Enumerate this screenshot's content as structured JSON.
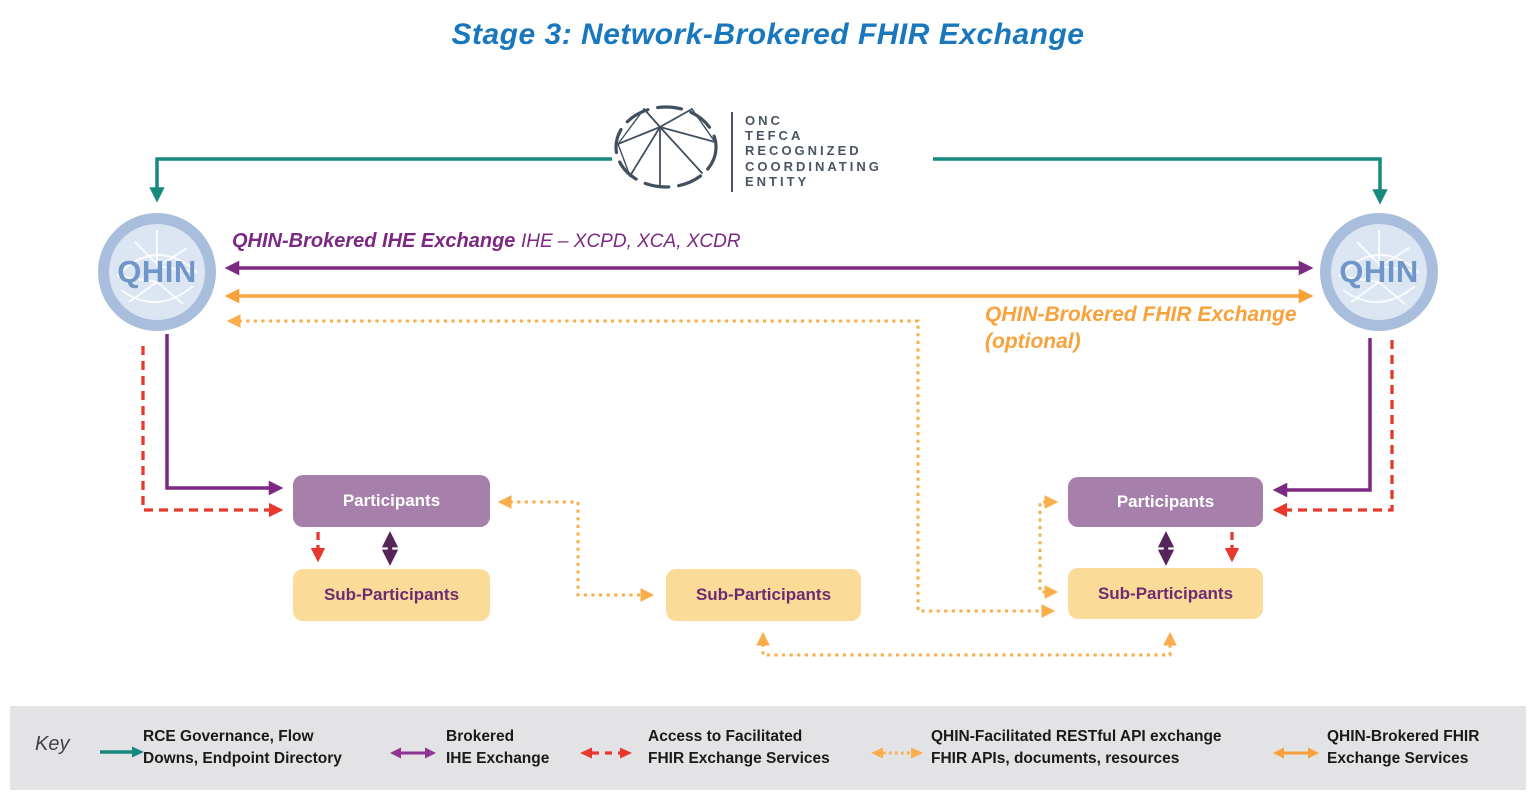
{
  "title": "Stage 3: Network-Brokered FHIR Exchange",
  "rce": {
    "name_lines": [
      "ONC",
      "TEFCA",
      "RECOGNIZED",
      "COORDINATING",
      "ENTITY"
    ]
  },
  "nodes": {
    "qhin": "QHIN",
    "participants": "Participants",
    "sub_participants": "Sub-Participants"
  },
  "edge_labels": {
    "ihe_title": "QHIN-Brokered IHE Exchange",
    "ihe_detail": "IHE – XCPD, XCA, XCDR",
    "fhir_title": "QHIN-Brokered FHIR Exchange",
    "fhir_optional": "(optional)"
  },
  "key": {
    "label": "Key",
    "items": [
      {
        "icon": "teal-solid-arrow",
        "line1": "RCE Governance, Flow",
        "line2": "Downs, Endpoint Directory"
      },
      {
        "icon": "purple-solid-double-arrow",
        "line1": "Brokered",
        "line2": "IHE Exchange"
      },
      {
        "icon": "red-dashed-double-arrow",
        "line1": "Access to Facilitated",
        "line2": "FHIR Exchange Services"
      },
      {
        "icon": "orange-dotted-double-arrow",
        "line1": "QHIN-Facilitated RESTful API exchange",
        "line2": "FHIR APIs, documents, resources"
      },
      {
        "icon": "orange-solid-double-arrow",
        "line1": "QHIN-Brokered FHIR",
        "line2": "Exchange Services"
      }
    ]
  },
  "colors": {
    "title_blue": "#1977BE",
    "teal": "#17897D",
    "purple": "#7B2982",
    "dark_purple": "#552458",
    "orange": "#F9A13B",
    "orange_dotted": "#FAAE4B",
    "red": "#E6382C",
    "participants_fill": "#A77FAB",
    "sub_participants_fill": "#FBDB98",
    "qhin_ring": "#A9BEDC",
    "qhin_fill": "#DCE6F3",
    "qhin_text": "#7096C9",
    "logo_ink": "#414F61",
    "key_bg": "#E3E2E4"
  }
}
